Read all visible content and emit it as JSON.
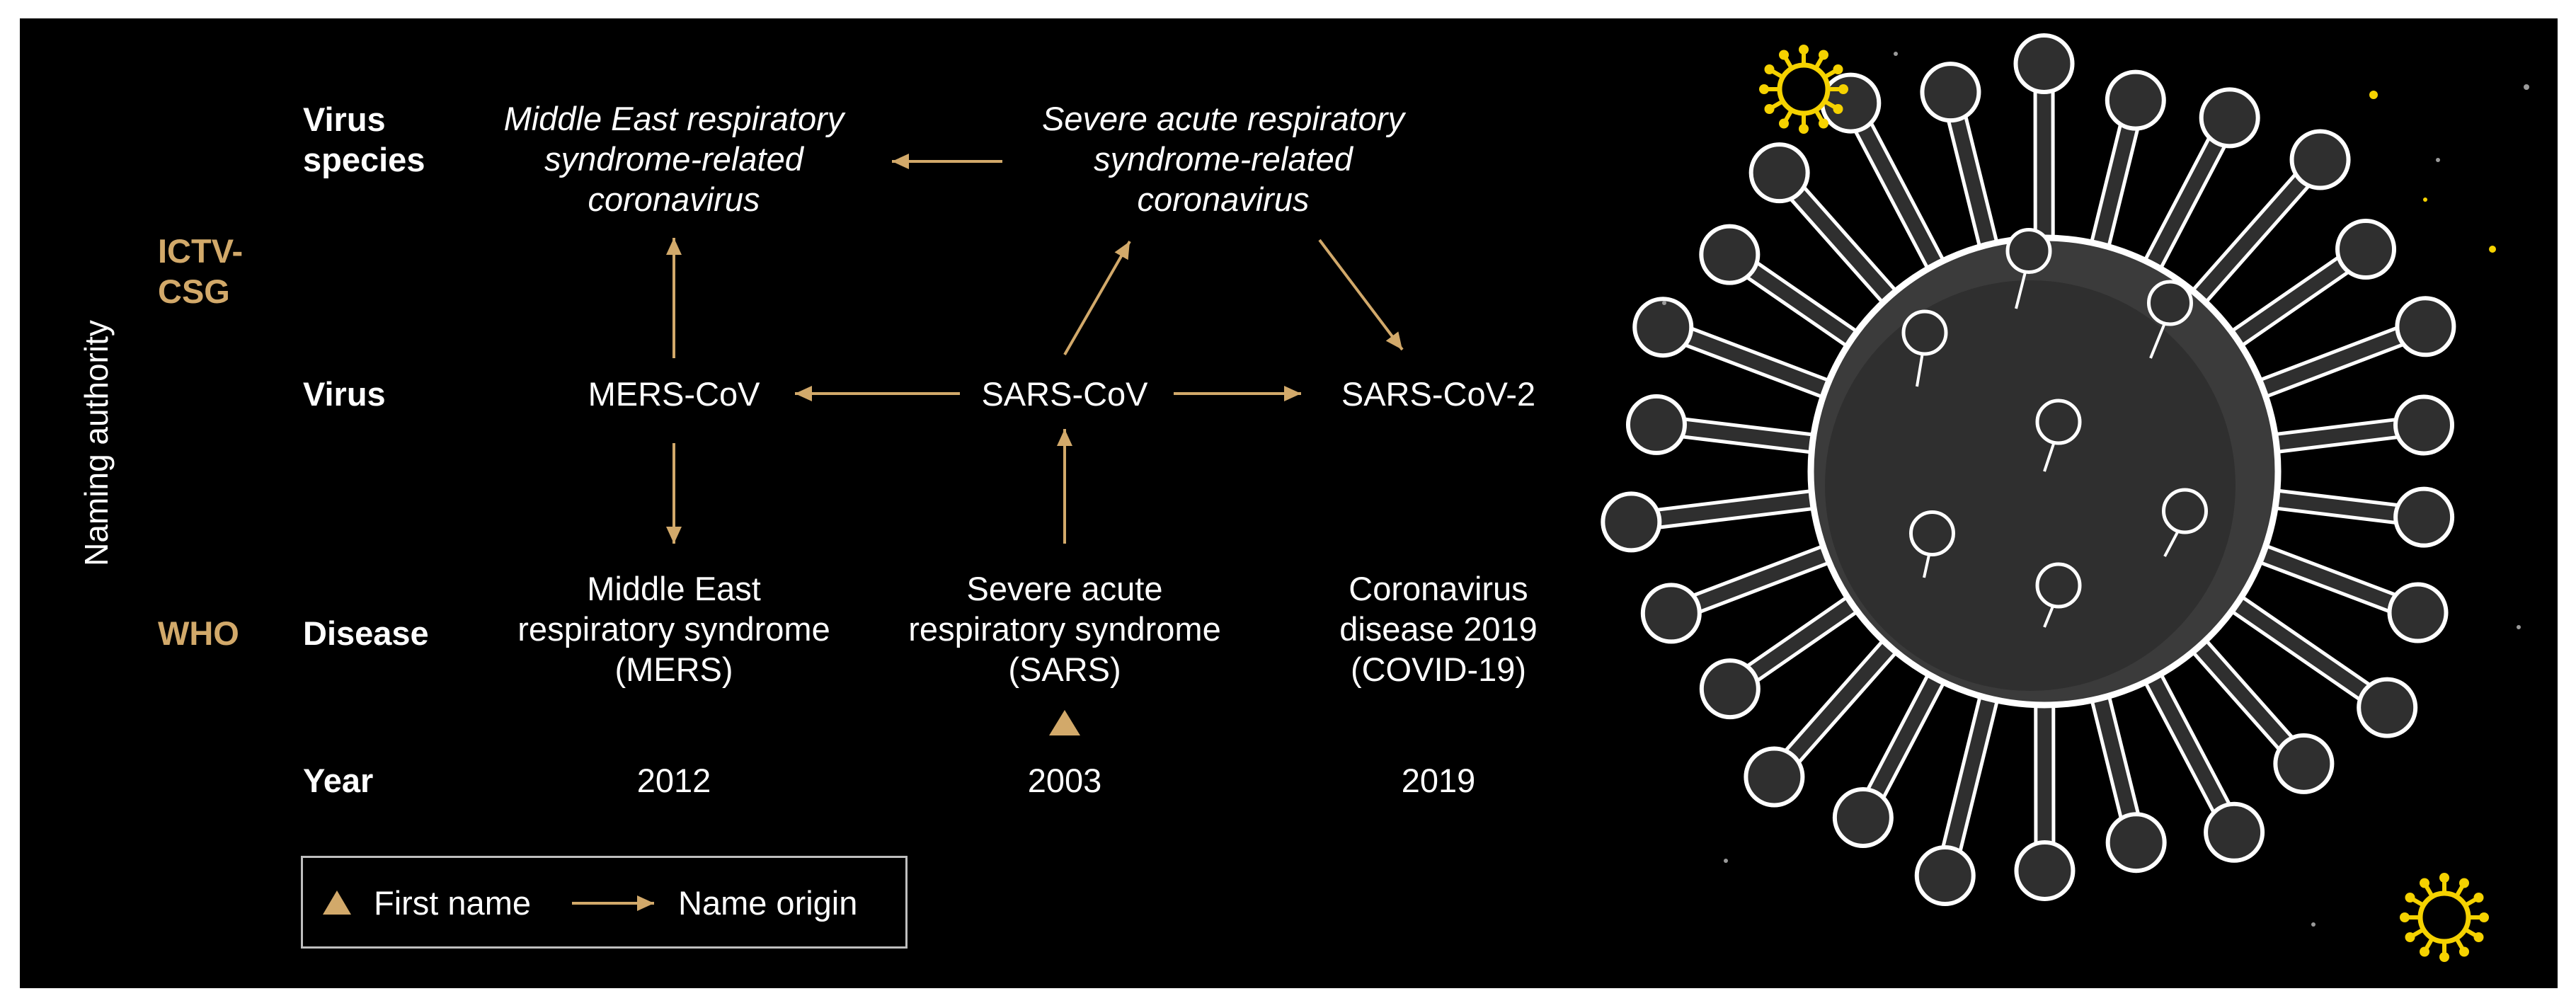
{
  "axis_label": "Naming authority",
  "authorities": {
    "icsg": "ICTV-\nCSG",
    "who": "WHO"
  },
  "rows": {
    "species": "Virus\nspecies",
    "virus": "Virus",
    "disease": "Disease",
    "year": "Year"
  },
  "species": {
    "mers": "Middle East respiratory\nsyndrome-related\ncoronavirus",
    "sars": "Severe acute respiratory\nsyndrome-related\ncoronavirus"
  },
  "viruses": {
    "mers": "MERS-CoV",
    "sars": "SARS-CoV",
    "sars2": "SARS-CoV-2"
  },
  "diseases": {
    "mers": "Middle East\nrespiratory syndrome\n(MERS)",
    "sars": "Severe acute\nrespiratory syndrome\n(SARS)",
    "covid": "Coronavirus\ndisease 2019\n(COVID-19)"
  },
  "years": {
    "mers": "2012",
    "sars": "2003",
    "covid": "2019"
  },
  "legend": {
    "first_name": "First name",
    "name_origin": "Name origin"
  },
  "colors": {
    "accent": "#d2a96a",
    "background": "#000000",
    "text": "#ffffff"
  },
  "icons": {
    "first_name_marker": "triangle-up",
    "virus_illustration": "coronavirus"
  }
}
